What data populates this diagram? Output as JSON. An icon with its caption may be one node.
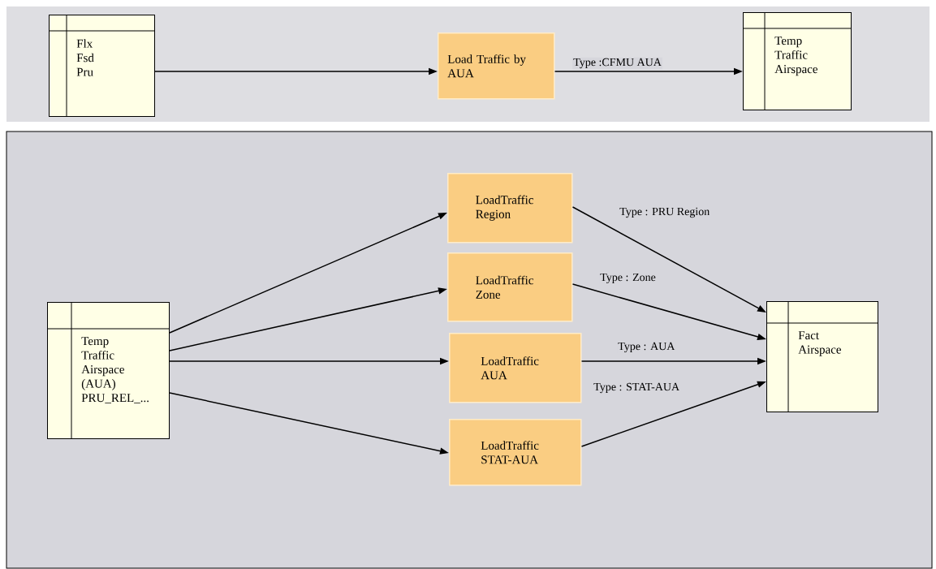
{
  "diagram": {
    "nodes": [
      {
        "text": [
          "Flx",
          "Fsd",
          "Pru"
        ]
      },
      {
        "text": [
          "Load Traffic by AUA"
        ]
      },
      {
        "text": [
          "Temp Traffic Airspace"
        ]
      },
      {
        "text": [
          "Temp Traffic Airspace (AUA) PRU_REL_..."
        ]
      },
      {
        "text": [
          "LoadTraffic Region"
        ]
      },
      {
        "text": [
          "LoadTraffic Zone"
        ]
      },
      {
        "text": [
          "LoadTraffic AUA"
        ]
      },
      {
        "text": [
          "LoadTraffic STAT-AUA"
        ]
      },
      {
        "text": [
          "Fact Airspace"
        ]
      }
    ],
    "edges": [
      {
        "from": 0,
        "to": 1,
        "arrow": "to"
      },
      {
        "from": 1,
        "to": 2,
        "arrow": "to",
        "label": "Type :CFMU AUA"
      },
      {
        "from": 3,
        "to": 4,
        "arrow": "to"
      },
      {
        "from": 3,
        "to": 5,
        "arrow": "to"
      },
      {
        "from": 3,
        "to": 6,
        "arrow": "to"
      },
      {
        "from": 3,
        "to": 7,
        "arrow": "to"
      },
      {
        "from": 4,
        "to": 8,
        "arrow": "to",
        "label": "Type : PRU Region"
      },
      {
        "from": 5,
        "to": 8,
        "arrow": "to",
        "label": "Type : Zone"
      },
      {
        "from": 6,
        "to": 8,
        "arrow": "to",
        "label": "Type : AUA"
      },
      {
        "from": 7,
        "to": 8,
        "arrow": "to",
        "label": "Type : STAT-AUA"
      }
    ]
  }
}
